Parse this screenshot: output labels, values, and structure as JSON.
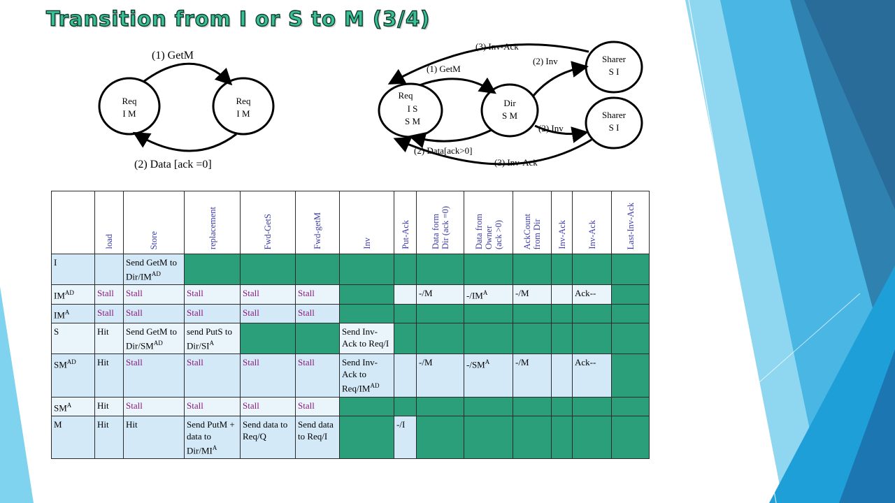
{
  "title": "Transition from I or S to M (3/4)",
  "left_diagram": {
    "node1": [
      "Req",
      "I  M"
    ],
    "node2": [
      "Req",
      "I  M"
    ],
    "top_label": "(1) GetM",
    "bottom_label": "(2) Data [ack =0]"
  },
  "right_diagram": {
    "req": [
      "Req",
      "I  S",
      "S  M"
    ],
    "dir": [
      "Dir",
      "S  M"
    ],
    "sharer1": [
      "Sharer",
      "S  I"
    ],
    "sharer2": [
      "Sharer",
      "S  I"
    ],
    "labels": {
      "inv_ack_top": "(3) Inv-Ack",
      "inv_top": "(2) Inv",
      "getm": "(1) GetM",
      "inv_bottom": "(2) Inv",
      "data": "(2) Data[ack>0]",
      "inv_ack_bottom": "(3) Inv-Ack"
    }
  },
  "table": {
    "headers": [
      "",
      "load",
      "Store",
      "replacement",
      "Fwd-GetS",
      "Fwd-getM",
      "Inv",
      "Put-Ack",
      [
        "Data form",
        "Dir (ack =0)"
      ],
      [
        "Data from",
        "Owner",
        "(ack >0)"
      ],
      [
        "AckCount",
        "from Dir"
      ],
      "Inv-Ack",
      "Inv-Ack",
      "Last-Inv-Ack"
    ],
    "rows": [
      {
        "state": "I",
        "state_sup": "",
        "cells": [
          {
            "t": ""
          },
          {
            "t": "Send GetM to Dir/IM",
            "sup": "AD"
          },
          {
            "g": true
          },
          {
            "g": true
          },
          {
            "g": true
          },
          {
            "g": true
          },
          {
            "g": true
          },
          {
            "g": true
          },
          {
            "g": true
          },
          {
            "g": true
          },
          {
            "g": true
          },
          {
            "g": true
          },
          {
            "g": true
          }
        ]
      },
      {
        "state": "IM",
        "state_sup": "AD",
        "cells": [
          {
            "t": "Stall",
            "s": true
          },
          {
            "t": "Stall",
            "s": true
          },
          {
            "t": "Stall",
            "s": true
          },
          {
            "t": "Stall",
            "s": true
          },
          {
            "t": "Stall",
            "s": true
          },
          {
            "g": true
          },
          {
            "t": ""
          },
          {
            "t": "-/M"
          },
          {
            "t": "-/IM",
            "sup": "A"
          },
          {
            "t": "-/M"
          },
          {
            "t": ""
          },
          {
            "t": "Ack--"
          },
          {
            "g": true
          }
        ]
      },
      {
        "state": "IM",
        "state_sup": "A",
        "cells": [
          {
            "t": "Stall",
            "s": true
          },
          {
            "t": "Stall",
            "s": true
          },
          {
            "t": "Stall",
            "s": true
          },
          {
            "t": "Stall",
            "s": true
          },
          {
            "t": "Stall",
            "s": true
          },
          {
            "g": true
          },
          {
            "g": true
          },
          {
            "g": true
          },
          {
            "g": true
          },
          {
            "g": true
          },
          {
            "g": true
          },
          {
            "g": true
          },
          {
            "g": true
          }
        ]
      },
      {
        "state": "S",
        "state_sup": "",
        "cells": [
          {
            "t": "Hit"
          },
          {
            "t": "Send GetM to Dir/SM",
            "sup": "AD"
          },
          {
            "t": "send PutS to Dir/SI",
            "sup": "A"
          },
          {
            "g": true
          },
          {
            "g": true
          },
          {
            "t": "Send Inv-Ack to Req/I"
          },
          {
            "g": true
          },
          {
            "g": true
          },
          {
            "g": true
          },
          {
            "g": true
          },
          {
            "g": true
          },
          {
            "g": true
          },
          {
            "g": true
          }
        ]
      },
      {
        "state": "SM",
        "state_sup": "AD",
        "cells": [
          {
            "t": "Hit"
          },
          {
            "t": "Stall",
            "s": true
          },
          {
            "t": "Stall",
            "s": true
          },
          {
            "t": "Stall",
            "s": true
          },
          {
            "t": "Stall",
            "s": true
          },
          {
            "t": "Send Inv-Ack to Req/IM",
            "sup": "AD"
          },
          {
            "t": ""
          },
          {
            "t": "-/M"
          },
          {
            "t": "-/SM",
            "sup": "A"
          },
          {
            "t": "-/M"
          },
          {
            "t": ""
          },
          {
            "t": "Ack--"
          },
          {
            "g": true
          }
        ]
      },
      {
        "state": "SM",
        "state_sup": "A",
        "cells": [
          {
            "t": "Hit"
          },
          {
            "t": "Stall",
            "s": true
          },
          {
            "t": "Stall",
            "s": true
          },
          {
            "t": "Stall",
            "s": true
          },
          {
            "t": "Stall",
            "s": true
          },
          {
            "g": true
          },
          {
            "g": true
          },
          {
            "g": true
          },
          {
            "g": true
          },
          {
            "g": true
          },
          {
            "g": true
          },
          {
            "g": true
          },
          {
            "g": true
          }
        ]
      },
      {
        "state": "M",
        "state_sup": "",
        "cells": [
          {
            "t": "Hit"
          },
          {
            "t": "Hit"
          },
          {
            "t": "Send PutM + data to Dir/MI",
            "sup": "A"
          },
          {
            "t": "Send data to Req/Q"
          },
          {
            "t": "Send data to Req/I"
          },
          {
            "g": true
          },
          {
            "t": "-/I"
          },
          {
            "g": true
          },
          {
            "g": true
          },
          {
            "g": true
          },
          {
            "g": true
          },
          {
            "g": true
          },
          {
            "g": true
          }
        ]
      }
    ]
  }
}
